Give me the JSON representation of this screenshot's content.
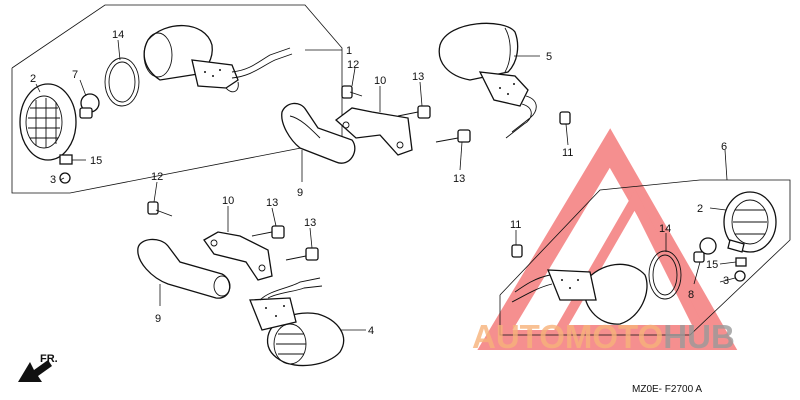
{
  "callouts": [
    {
      "id": "c1",
      "text": "1"
    },
    {
      "id": "c2a",
      "text": "2"
    },
    {
      "id": "c7",
      "text": "7"
    },
    {
      "id": "c14a",
      "text": "14"
    },
    {
      "id": "c15a",
      "text": "15"
    },
    {
      "id": "c3a",
      "text": "3"
    },
    {
      "id": "c12a",
      "text": "12"
    },
    {
      "id": "c10a",
      "text": "10"
    },
    {
      "id": "c13a",
      "text": "13"
    },
    {
      "id": "c9a",
      "text": "9"
    },
    {
      "id": "c5",
      "text": "5"
    },
    {
      "id": "c11a",
      "text": "11"
    },
    {
      "id": "c13b",
      "text": "13"
    },
    {
      "id": "c6",
      "text": "6"
    },
    {
      "id": "c2b",
      "text": "2"
    },
    {
      "id": "c14b",
      "text": "14"
    },
    {
      "id": "c15b",
      "text": "15"
    },
    {
      "id": "c3b",
      "text": "3"
    },
    {
      "id": "c8",
      "text": "8"
    },
    {
      "id": "c11b",
      "text": "11"
    },
    {
      "id": "c12b",
      "text": "12"
    },
    {
      "id": "c10b",
      "text": "10"
    },
    {
      "id": "c13c",
      "text": "13"
    },
    {
      "id": "c13d",
      "text": "13"
    },
    {
      "id": "c9b",
      "text": "9"
    },
    {
      "id": "c4",
      "text": "4"
    }
  ],
  "direction_label": "FR.",
  "diagram_code": "MZ0E- F2700 A",
  "watermark": {
    "text_part1": "AUTOMOTO",
    "text_part2": "HUB",
    "color_orange": "#f7b27a",
    "color_gray": "#9a9a9a",
    "color_red": "#f26a6a"
  }
}
